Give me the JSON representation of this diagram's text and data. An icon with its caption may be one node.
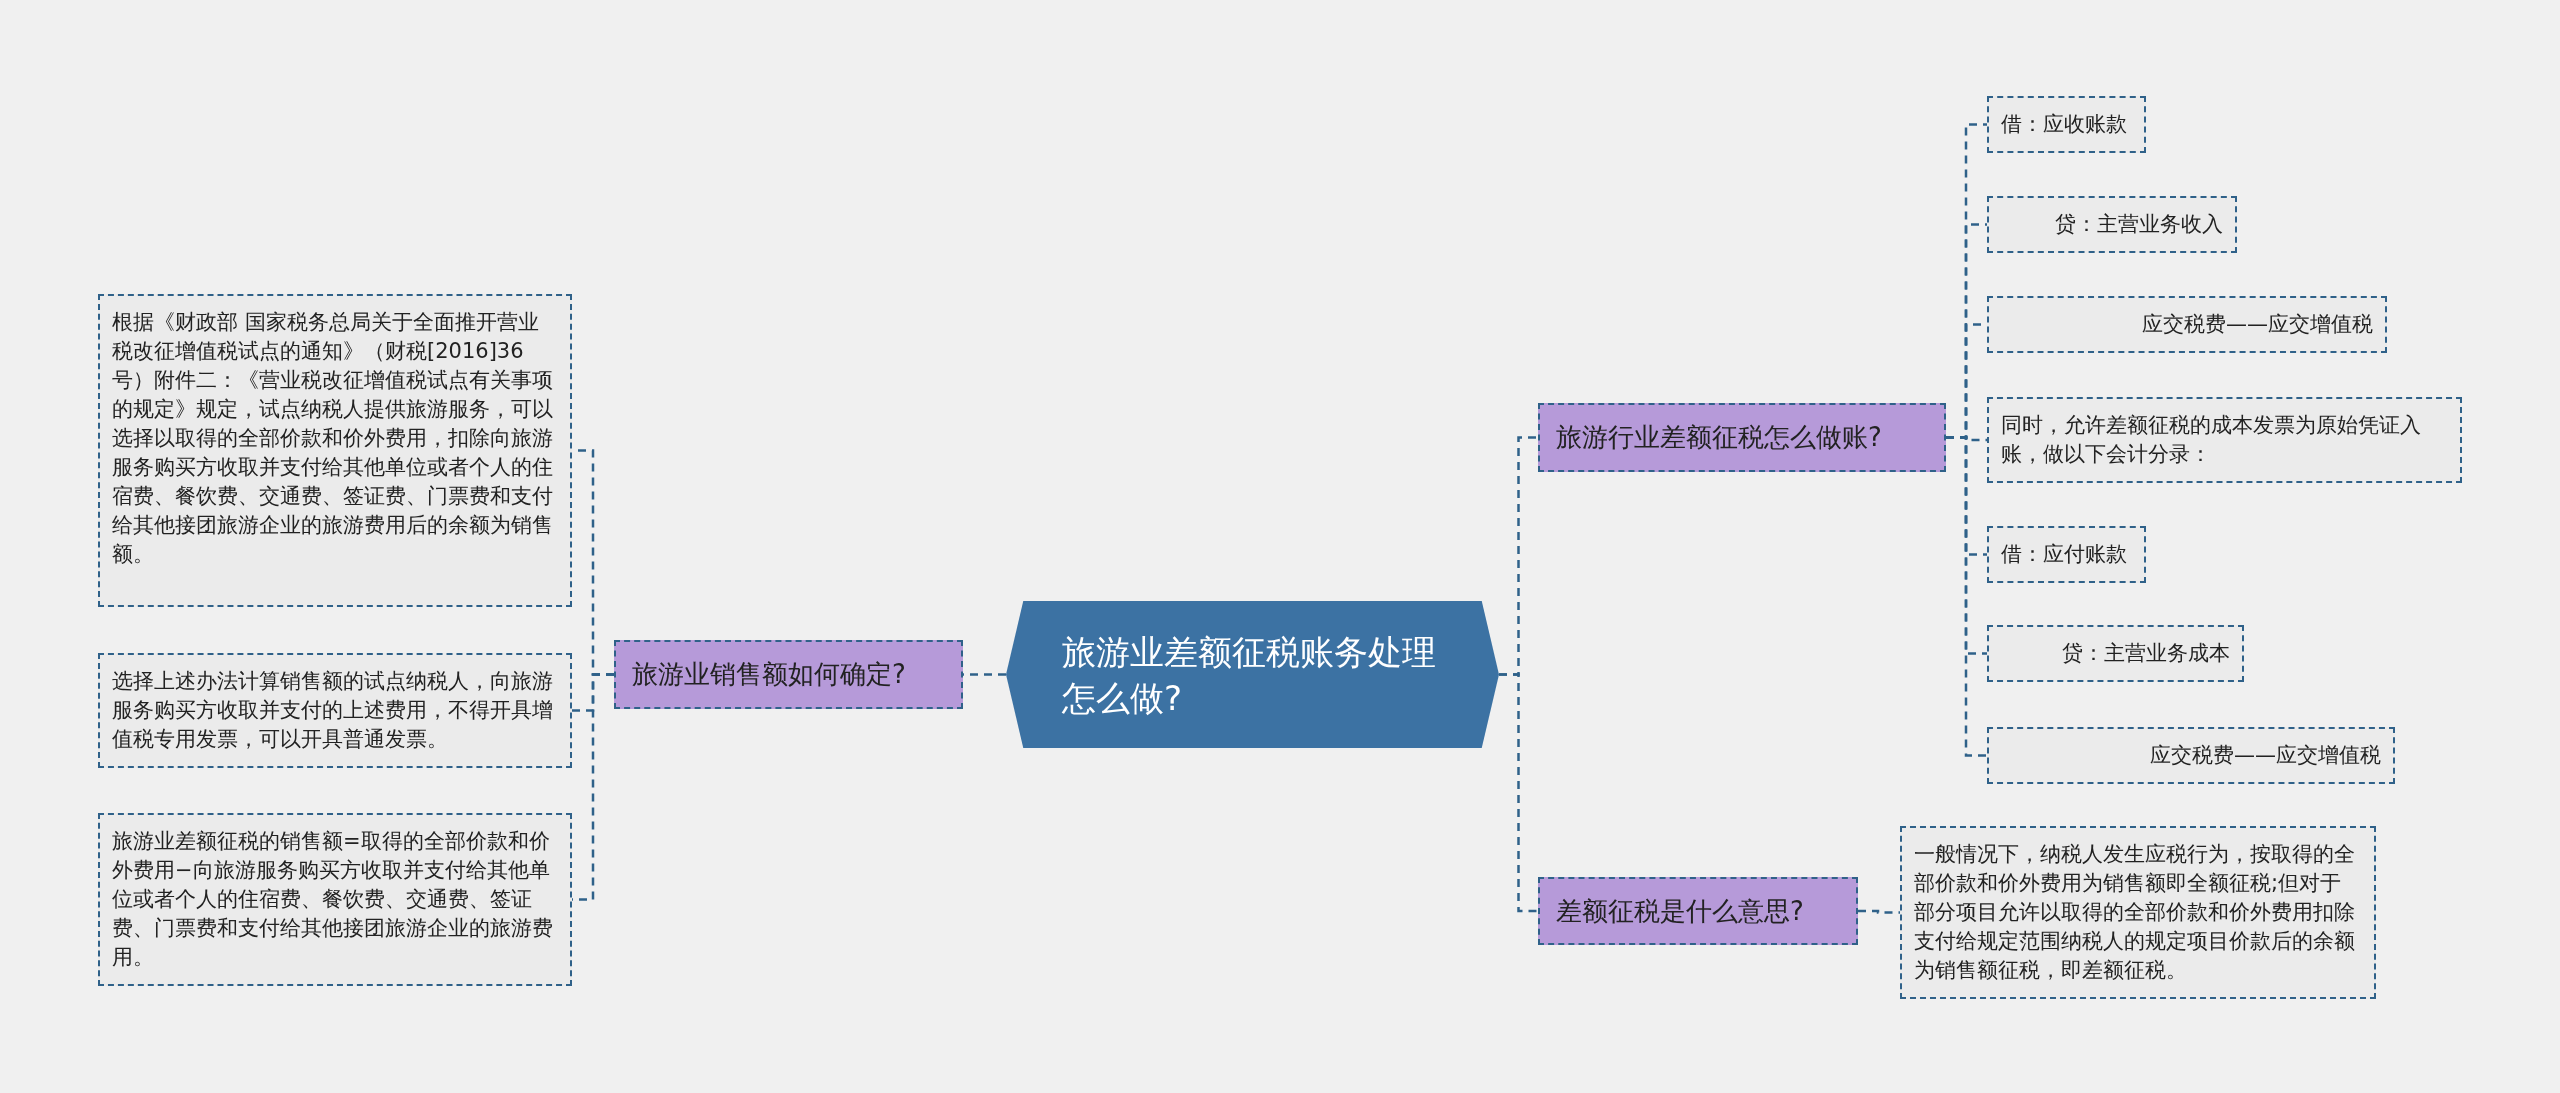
{
  "diagram": {
    "nodes": [
      {
        "text": [
          "旅游业差额征税账务处理怎么做?"
        ]
      },
      {
        "text": [
          "旅游业销售额如何确定?"
        ]
      },
      {
        "text": [
          "根据《财政部 国家税务总局关于全面推开营业税改征增值税试点的通知》（财税[2016]36号）附件二：《营业税改征增值税试点有关事项的规定》规定，试点纳税人提供旅游服务，可以选择以取得的全部价款和价外费用，扣除向旅游服务购买方收取并支付给其他单位或者个人的住宿费、餐饮费、交通费、签证费、门票费和支付给其他接团旅游企业的旅游费用后的余额为销售额。"
        ]
      },
      {
        "text": [
          "选择上述办法计算销售额的试点纳税人，向旅游服务购买方收取并支付的上述费用，不得开具增值税专用发票，可以开具普通发票。"
        ]
      },
      {
        "text": [
          "旅游业差额征税的销售额=取得的全部价款和价外费用−向旅游服务购买方收取并支付给其他单位或者个人的住宿费、餐饮费、交通费、签证费、门票费和支付给其他接团旅游企业的旅游费用。"
        ]
      },
      {
        "text": [
          "旅游行业差额征税怎么做账?"
        ]
      },
      {
        "text": [
          "借：应收账款"
        ]
      },
      {
        "text": [
          "贷：主营业务收入"
        ]
      },
      {
        "text": [
          "应交税费——应交增值税"
        ]
      },
      {
        "text": [
          "同时，允许差额征税的成本发票为原始凭证入账，做以下会计分录："
        ]
      },
      {
        "text": [
          "借：应付账款"
        ]
      },
      {
        "text": [
          "贷：主营业务成本"
        ]
      },
      {
        "text": [
          "应交税费——应交增值税"
        ]
      },
      {
        "text": [
          "差额征税是什么意思?"
        ]
      },
      {
        "text": [
          "一般情况下，纳税人发生应税行为，按取得的全部价款和价外费用为销售额即全额征税;但对于部分项目允许以取得的全部价款和价外费用扣除支付给规定范围纳税人的规定项目价款后的余额为销售额征税，即差额征税。"
        ]
      }
    ],
    "edges": [
      {
        "from": 0,
        "to": 1,
        "arrow": "none",
        "style": "dashed"
      },
      {
        "from": 1,
        "to": 2,
        "arrow": "none",
        "style": "dashed"
      },
      {
        "from": 1,
        "to": 3,
        "arrow": "none",
        "style": "dashed"
      },
      {
        "from": 1,
        "to": 4,
        "arrow": "none",
        "style": "dashed"
      },
      {
        "from": 0,
        "to": 5,
        "arrow": "none",
        "style": "dashed"
      },
      {
        "from": 5,
        "to": 6,
        "arrow": "none",
        "style": "dashed"
      },
      {
        "from": 5,
        "to": 7,
        "arrow": "none",
        "style": "dashed"
      },
      {
        "from": 5,
        "to": 8,
        "arrow": "none",
        "style": "dashed"
      },
      {
        "from": 5,
        "to": 9,
        "arrow": "none",
        "style": "dashed"
      },
      {
        "from": 5,
        "to": 10,
        "arrow": "none",
        "style": "dashed"
      },
      {
        "from": 5,
        "to": 11,
        "arrow": "none",
        "style": "dashed"
      },
      {
        "from": 5,
        "to": 12,
        "arrow": "none",
        "style": "dashed"
      },
      {
        "from": 0,
        "to": 13,
        "arrow": "none",
        "style": "dashed"
      },
      {
        "from": 13,
        "to": 14,
        "arrow": "none",
        "style": "dashed"
      }
    ]
  }
}
